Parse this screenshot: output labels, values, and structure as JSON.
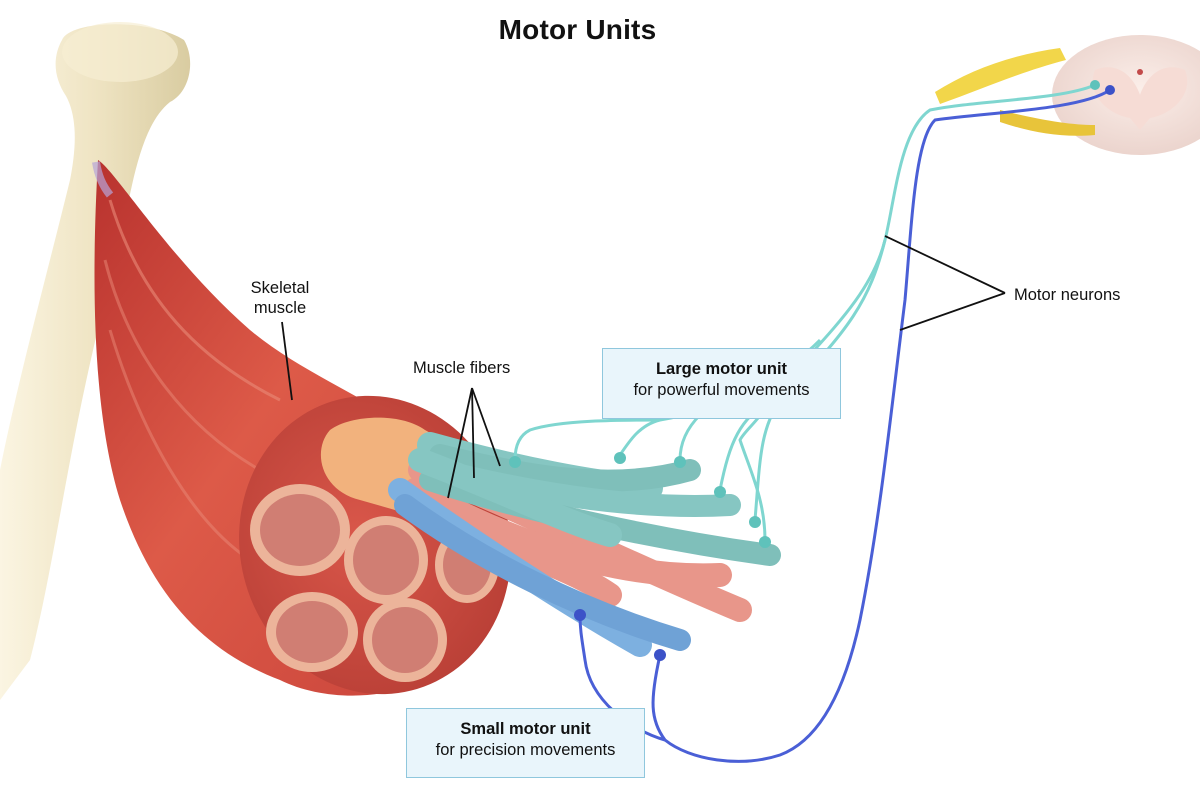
{
  "title": "Motor Units",
  "labels": {
    "skeletal_muscle_line1": "Skeletal",
    "skeletal_muscle_line2": "muscle",
    "muscle_fibers": "Muscle fibers",
    "motor_neurons": "Motor neurons"
  },
  "large_unit": {
    "title": "Large motor unit",
    "subtitle": "for powerful movements"
  },
  "small_unit": {
    "title": "Small motor unit",
    "subtitle": "for precision movements"
  },
  "colors": {
    "large_neuron": "#7fd6d0",
    "small_neuron": "#4a5fd6",
    "muscle": "#d9574a",
    "bone": "#efe6c9",
    "sensory_neuron": "#f2d64a",
    "fiber_red": "#e8968a",
    "fiber_blue": "#7db0e0",
    "fiber_teal": "#86c6c2",
    "callout_fill": "#e9f5fb",
    "callout_border": "#8fc7dd"
  }
}
